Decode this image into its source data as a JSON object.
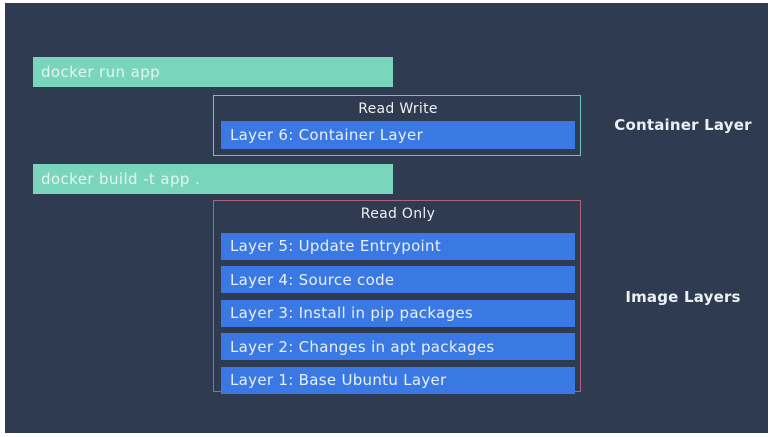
{
  "commands": {
    "run": "docker run app",
    "build": "docker build -t app ."
  },
  "container_section": {
    "header": "Read Write",
    "layer": "Layer 6: Container Layer",
    "side_label": "Container Layer"
  },
  "image_section": {
    "header": "Read Only",
    "layers": [
      "Layer 5: Update Entrypoint",
      "Layer 4: Source code",
      "Layer 3: Install in pip packages",
      "Layer 2: Changes in apt packages",
      "Layer 1: Base Ubuntu Layer"
    ],
    "side_label": "Image Layers"
  },
  "colors": {
    "background": "#2f3b51",
    "command_bar": "#7ad5bd",
    "layer_bar": "#3a79e3",
    "read_write_border": "#6cc3b6",
    "read_only_border": "#b06080",
    "label_text": "#eceff4",
    "frame": "#ffffff"
  }
}
